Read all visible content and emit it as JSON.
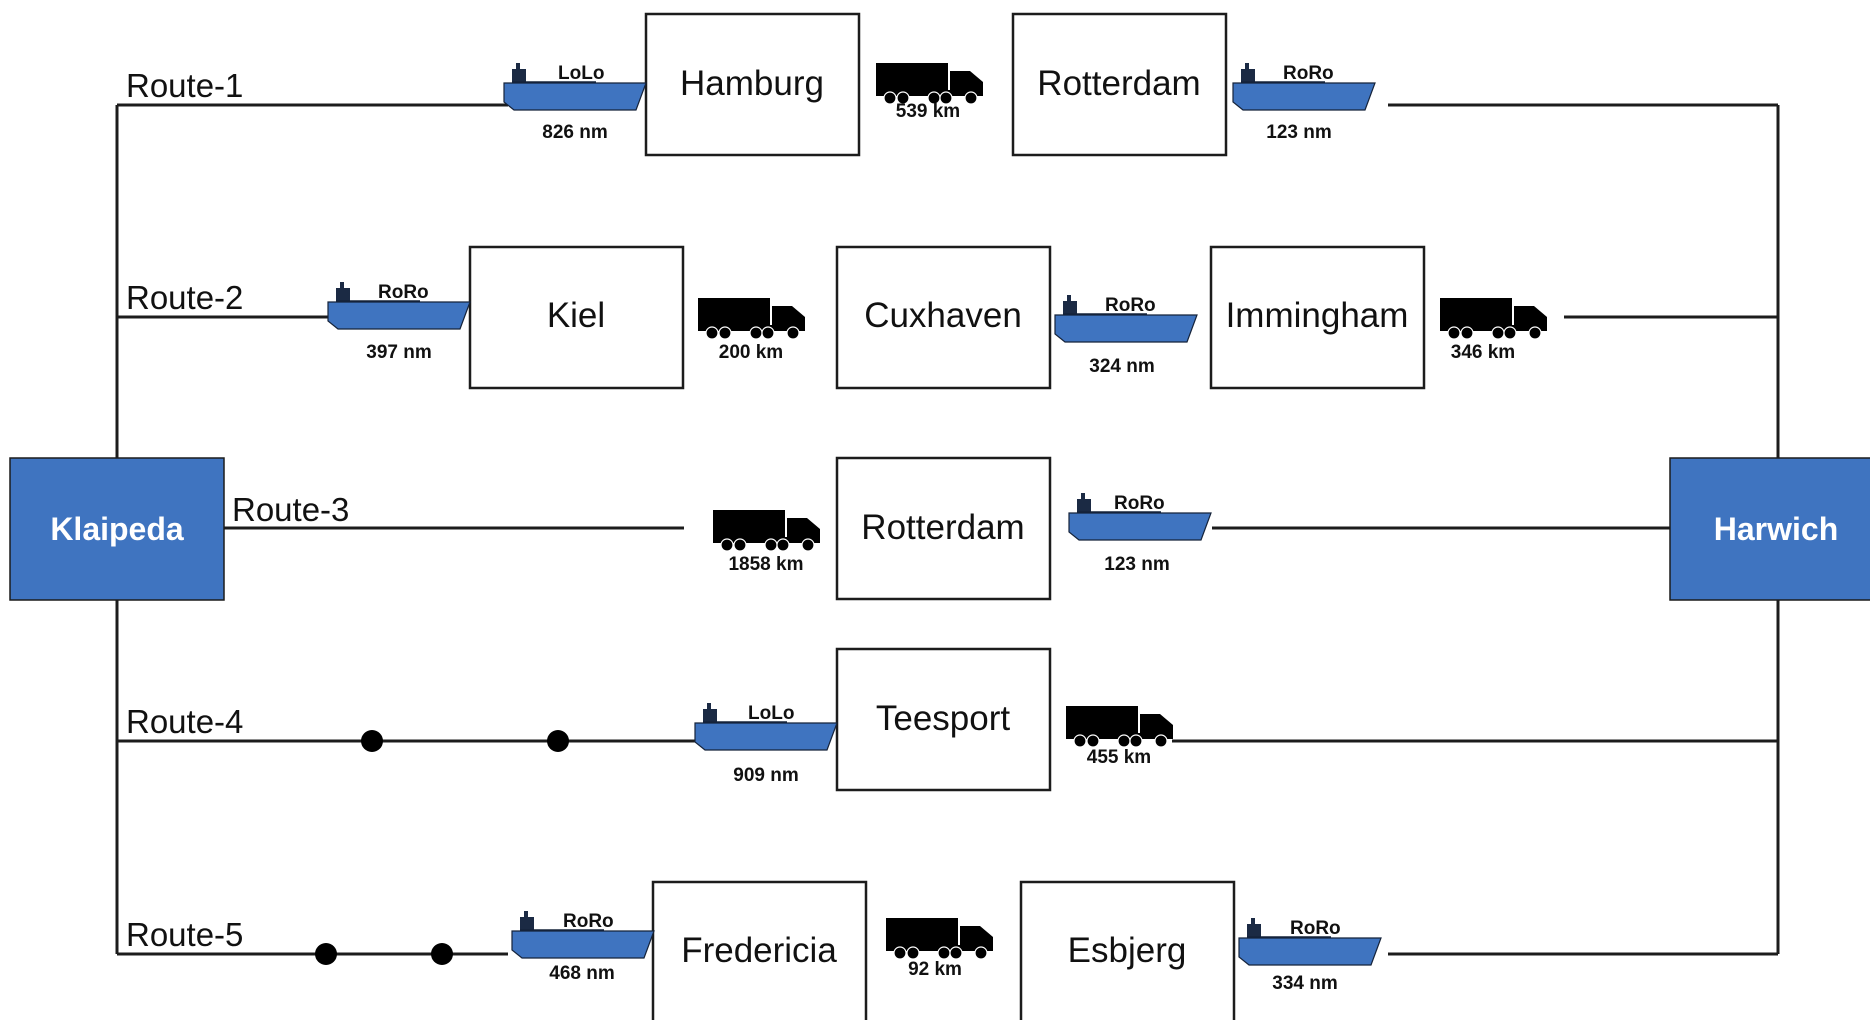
{
  "origin": "Klaipeda",
  "destination": "Harwich",
  "colors": {
    "endpoint_fill": "#3f74c0",
    "ship_hull": "#3f74c0",
    "truck": "#000000",
    "line": "#1c1c1c"
  },
  "routes": [
    {
      "label": "Route-1",
      "stops": [
        "Hamburg",
        "Rotterdam"
      ],
      "legs": [
        {
          "mode": "ship",
          "ship_type": "LoLo",
          "distance": "826 nm"
        },
        {
          "mode": "truck",
          "distance": "539 km"
        },
        {
          "mode": "ship",
          "ship_type": "RoRo",
          "distance": "123 nm"
        }
      ]
    },
    {
      "label": "Route-2",
      "stops": [
        "Kiel",
        "Cuxhaven",
        "Immingham"
      ],
      "legs": [
        {
          "mode": "ship",
          "ship_type": "RoRo",
          "distance": "397 nm"
        },
        {
          "mode": "truck",
          "distance": "200 km"
        },
        {
          "mode": "ship",
          "ship_type": "RoRo",
          "distance": "324 nm"
        },
        {
          "mode": "truck",
          "distance": "346 km"
        }
      ]
    },
    {
      "label": "Route-3",
      "stops": [
        "Rotterdam"
      ],
      "legs": [
        {
          "mode": "truck",
          "distance": "1858 km"
        },
        {
          "mode": "ship",
          "ship_type": "RoRo",
          "distance": "123 nm"
        }
      ]
    },
    {
      "label": "Route-4",
      "stops": [
        "Teesport"
      ],
      "legs": [
        {
          "mode": "ship",
          "ship_type": "LoLo",
          "distance": "909 nm"
        },
        {
          "mode": "truck",
          "distance": "455 km"
        }
      ]
    },
    {
      "label": "Route-5",
      "stops": [
        "Fredericia",
        "Esbjerg"
      ],
      "legs": [
        {
          "mode": "ship",
          "ship_type": "RoRo",
          "distance": "468 nm"
        },
        {
          "mode": "truck",
          "distance": "92 km"
        },
        {
          "mode": "ship",
          "ship_type": "RoRo",
          "distance": "334 nm"
        }
      ]
    }
  ]
}
